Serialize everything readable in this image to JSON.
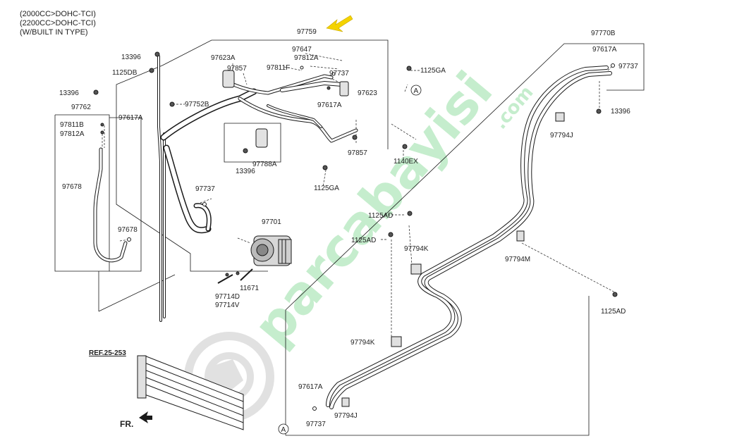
{
  "header": {
    "line1": "(2000CC>DOHC-TCI)",
    "line2": "(2200CC>DOHC-TCI)",
    "line3": "(W/BUILT IN TYPE)"
  },
  "labels": {
    "p97759": "97759",
    "p97647": "97647",
    "p97812A_top": "97812A",
    "p97811F": "97811F",
    "p97623A": "97623A",
    "p97857_top": "97857",
    "p97737_top": "97737",
    "p97623": "97623",
    "p97617A_mid": "97617A",
    "p97857_bot": "97857",
    "p1140EX": "1140EX",
    "p1125GA_top": "1125GA",
    "p1125GA_bot": "1125GA",
    "p13396_a": "13396",
    "p1125DB": "1125DB",
    "p13396_b": "13396",
    "p97762": "97762",
    "p97811B": "97811B",
    "p97812A_left": "97812A",
    "p97678_a": "97678",
    "p97678_b": "97678",
    "p97617A_left": "97617A",
    "p97752B": "97752B",
    "p97788A": "97788A",
    "p13396_c": "13396",
    "p97737_mid": "97737",
    "p97701": "97701",
    "p97714D": "97714D",
    "p97714V": "97714V",
    "p11671": "11671",
    "p97770B": "97770B",
    "p97617A_right": "97617A",
    "p97737_right": "97737",
    "p13396_d": "13396",
    "p97794J_top": "97794J",
    "p1125AD_a": "1125AD",
    "p1125AD_b": "1125AD",
    "p97794K_a": "97794K",
    "p97794M": "97794M",
    "p1125AD_c": "1125AD",
    "p97794K_b": "97794K",
    "p97617A_bot": "97617A",
    "p97737_bot": "97737",
    "p97794J_bot": "97794J",
    "ref": "REF.25-253",
    "fr": "FR.",
    "callout_a": "A"
  },
  "watermark": {
    "text": "parcabayisi",
    "suffix": ".com",
    "color": "#2fbe4a"
  },
  "colors": {
    "line": "#1a1a1a",
    "arrow": "#f4d300",
    "watermark_logo": "#c8c8c8"
  }
}
